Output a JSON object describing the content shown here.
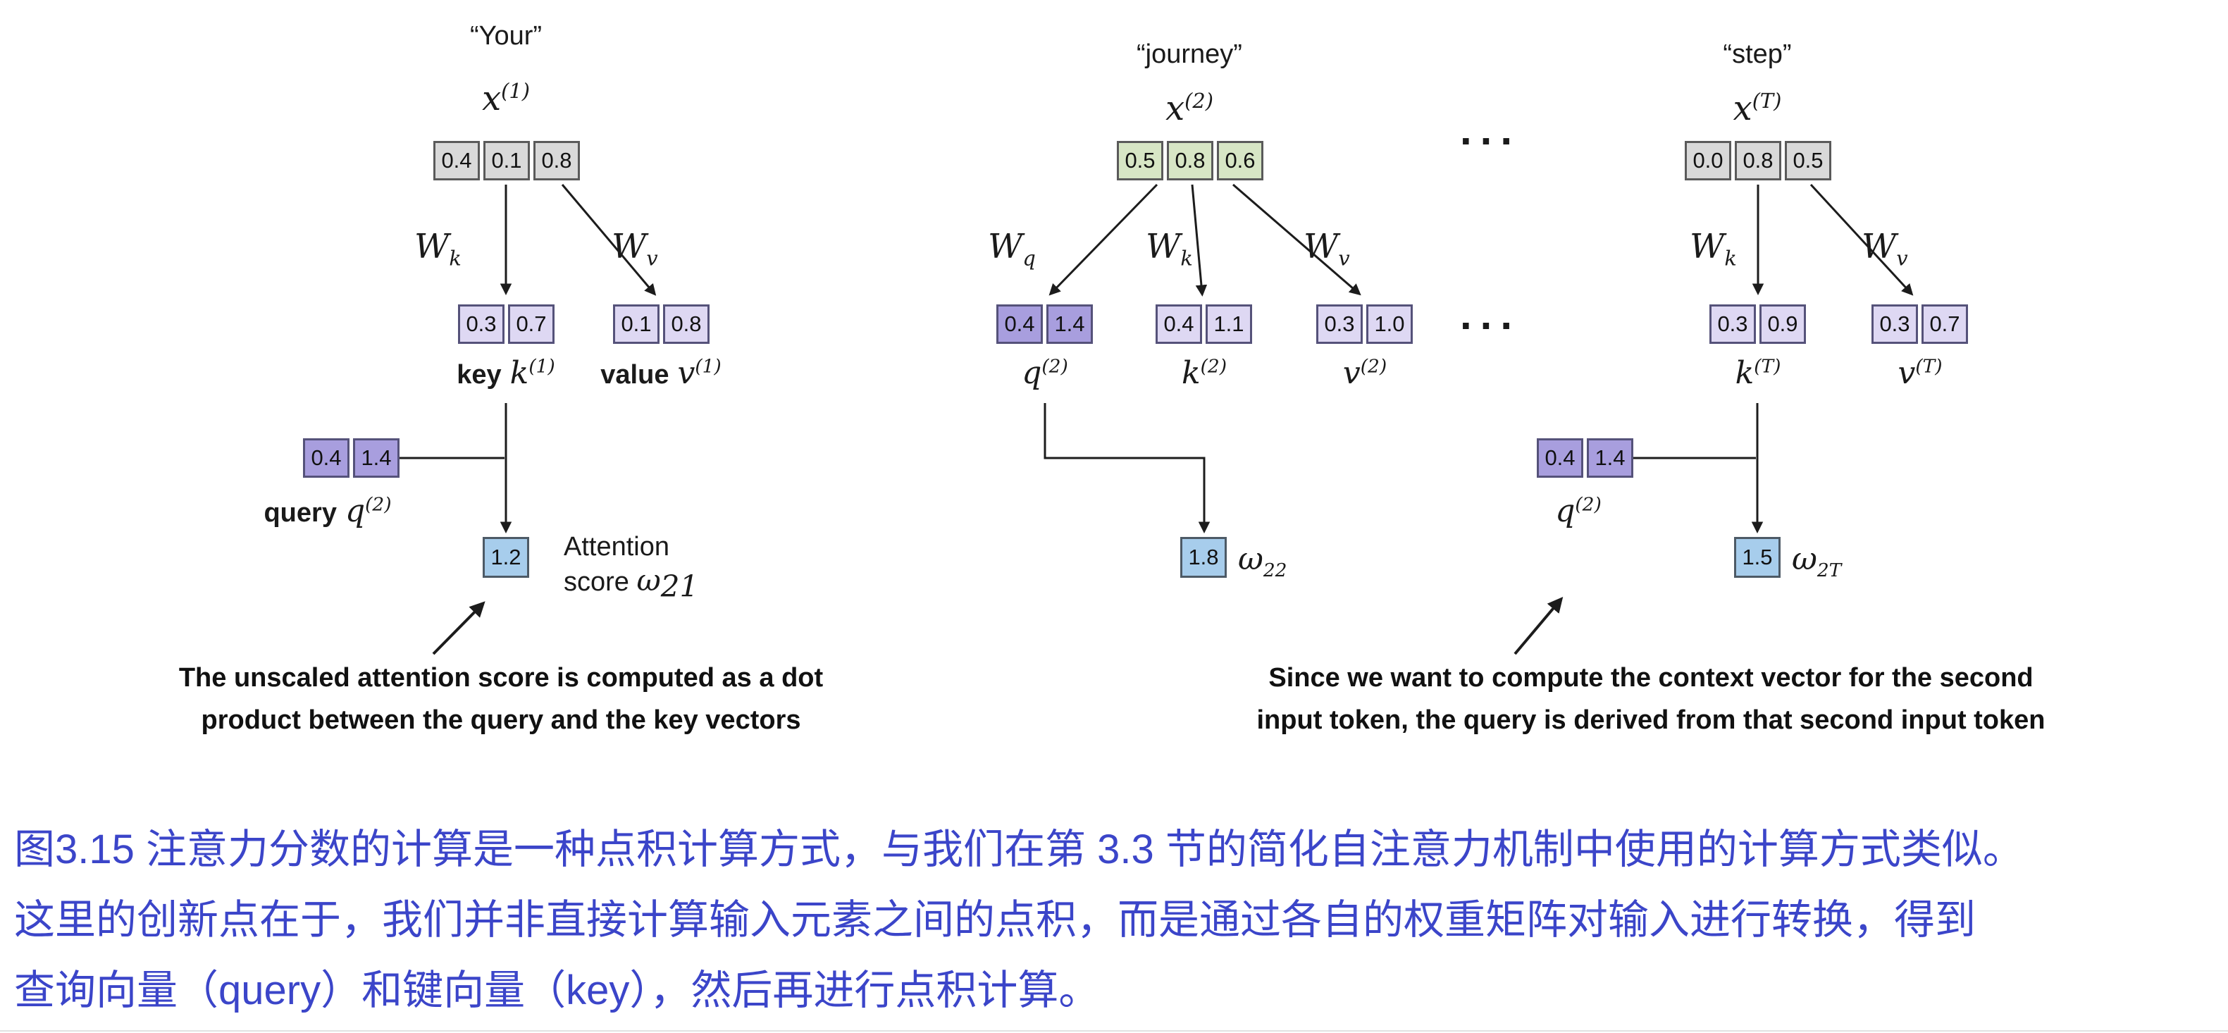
{
  "figure": {
    "columns": [
      {
        "token": "“Your”",
        "input": {
          "base": "x",
          "sup": "(1)",
          "values": [
            "0.4",
            "0.1",
            "0.8"
          ]
        },
        "weights": {
          "wk": {
            "base": "W",
            "sub": "k"
          },
          "wv": {
            "base": "W",
            "sub": "v"
          }
        },
        "key": {
          "word": "key",
          "base": "k",
          "sup": "(1)",
          "values": [
            "0.3",
            "0.7"
          ]
        },
        "value": {
          "word": "value",
          "base": "v",
          "sup": "(1)",
          "values": [
            "0.1",
            "0.8"
          ]
        },
        "query": {
          "word": "query",
          "base": "q",
          "sup": "(2)",
          "values": [
            "0.4",
            "1.4"
          ]
        },
        "score": {
          "value": "1.2",
          "label_line1": "Attention",
          "label_line2": "score",
          "symbol": "ω",
          "sub": "21"
        }
      },
      {
        "token": "“journey”",
        "input": {
          "base": "x",
          "sup": "(2)",
          "values": [
            "0.5",
            "0.8",
            "0.6"
          ]
        },
        "weights": {
          "wq": {
            "base": "W",
            "sub": "q"
          },
          "wk": {
            "base": "W",
            "sub": "k"
          },
          "wv": {
            "base": "W",
            "sub": "v"
          }
        },
        "query": {
          "base": "q",
          "sup": "(2)",
          "values": [
            "0.4",
            "1.4"
          ]
        },
        "key": {
          "base": "k",
          "sup": "(2)",
          "values": [
            "0.4",
            "1.1"
          ]
        },
        "value": {
          "base": "v",
          "sup": "(2)",
          "values": [
            "0.3",
            "1.0"
          ]
        },
        "score": {
          "value": "1.8",
          "symbol": "ω",
          "sub": "22"
        }
      },
      {
        "token": "“step”",
        "input": {
          "base": "x",
          "sup": "(T)",
          "values": [
            "0.0",
            "0.8",
            "0.5"
          ]
        },
        "weights": {
          "wk": {
            "base": "W",
            "sub": "k"
          },
          "wv": {
            "base": "W",
            "sub": "v"
          }
        },
        "key": {
          "base": "k",
          "sup": "(T)",
          "values": [
            "0.3",
            "0.9"
          ]
        },
        "value": {
          "base": "v",
          "sup": "(T)",
          "values": [
            "0.3",
            "0.7"
          ]
        },
        "query": {
          "base": "q",
          "sup": "(2)",
          "values": [
            "0.4",
            "1.4"
          ]
        },
        "score": {
          "value": "1.5",
          "symbol": "ω",
          "sub": "2T"
        }
      }
    ],
    "ellipsis": "...",
    "annotations": {
      "left": {
        "line1": "The unscaled attention score is computed as a dot",
        "line2": "product between the query and the key vectors"
      },
      "right": {
        "line1": "Since we want to compute the context vector for the second",
        "line2": "input token, the query is derived from that second input token"
      }
    }
  },
  "caption": {
    "line1": "图3.15 注意力分数的计算是一种点积计算方式，与我们在第 3.3 节的简化自注意力机制中使用的计算方式类似。",
    "line2": "这里的创新点在于，我们并非直接计算输入元素之间的点积，而是通过各自的权重矩阵对输入进行转换，得到",
    "line3": "查询向量（query）和键向量（key），然后再进行点积计算。"
  },
  "colors": {
    "gray_box": "#d9d9d9",
    "green_box": "#d7e6c5",
    "lavender_box": "#ded8f3",
    "purple_box": "#a89ede",
    "blue_box": "#a7cdec",
    "line": "#1c1c1c",
    "caption_text": "#3b45c9"
  }
}
